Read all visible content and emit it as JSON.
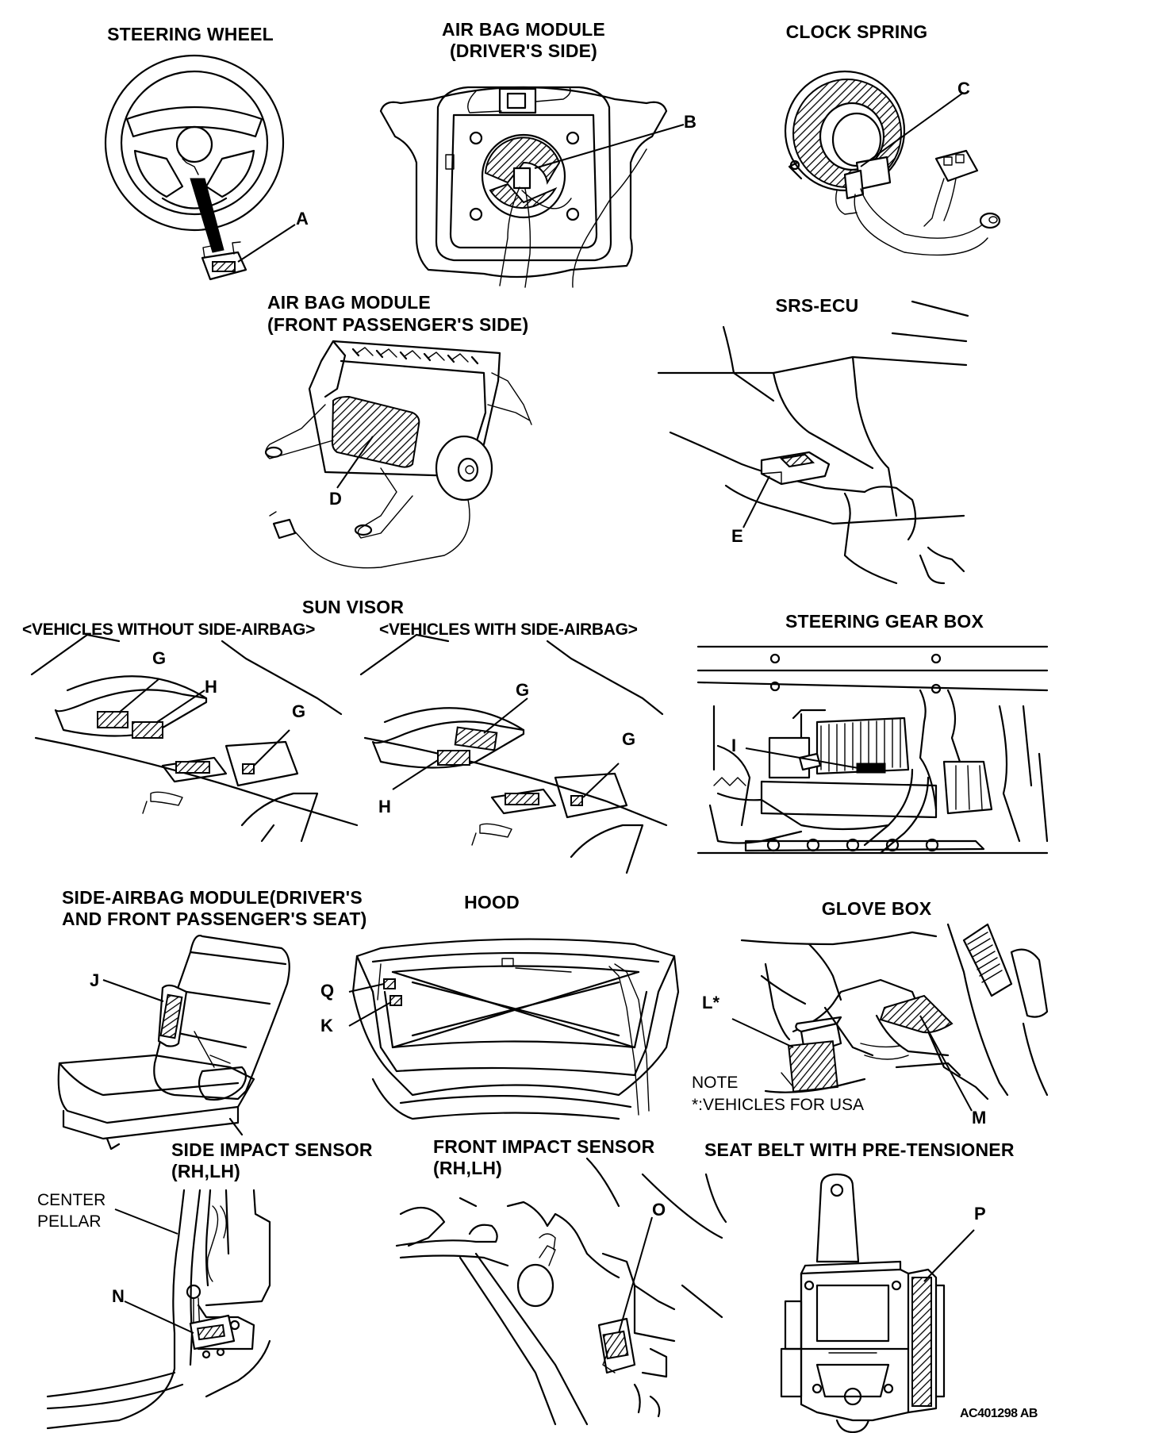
{
  "diagram": {
    "code": "AC401298 AB",
    "note": {
      "line1": "NOTE",
      "line2": "*:VEHICLES FOR USA"
    },
    "panels": {
      "steering_wheel": {
        "title": "STEERING WHEEL",
        "labels": [
          "A"
        ]
      },
      "airbag_driver": {
        "title_line1": "AIR BAG MODULE",
        "title_line2": "(DRIVER'S SIDE)",
        "labels": [
          "B"
        ]
      },
      "clock_spring": {
        "title": "CLOCK SPRING",
        "labels": [
          "C"
        ]
      },
      "airbag_passenger": {
        "title_line1": "AIR BAG MODULE",
        "title_line2": "(FRONT PASSENGER'S SIDE)",
        "labels": [
          "D"
        ]
      },
      "srs_ecu": {
        "title": "SRS-ECU",
        "labels": [
          "E"
        ]
      },
      "sun_visor": {
        "title": "SUN VISOR",
        "sub_left": "<VEHICLES WITHOUT SIDE-AIRBAG>",
        "sub_right": "<VEHICLES WITH SIDE-AIRBAG>",
        "labels": [
          "G",
          "H",
          "G",
          "G",
          "H",
          "G"
        ]
      },
      "steering_gear_box": {
        "title": "STEERING GEAR BOX",
        "labels": [
          "I"
        ]
      },
      "side_airbag": {
        "title_line1": "SIDE-AIRBAG MODULE(DRIVER'S",
        "title_line2": "AND FRONT PASSENGER'S SEAT)",
        "labels": [
          "J"
        ]
      },
      "hood": {
        "title": "HOOD",
        "labels": [
          "Q",
          "K"
        ]
      },
      "glove_box": {
        "title": "GLOVE BOX",
        "labels": [
          "L*",
          "M"
        ]
      },
      "side_impact": {
        "title_line1": "SIDE IMPACT SENSOR",
        "title_line2": "(RH,LH)",
        "callout_line1": "CENTER",
        "callout_line2": "PELLAR",
        "labels": [
          "N"
        ]
      },
      "front_impact": {
        "title_line1": "FRONT IMPACT SENSOR",
        "title_line2": "(RH,LH)",
        "labels": [
          "O"
        ]
      },
      "seat_belt": {
        "title": "SEAT BELT WITH PRE-TENSIONER",
        "labels": [
          "P"
        ]
      }
    }
  }
}
